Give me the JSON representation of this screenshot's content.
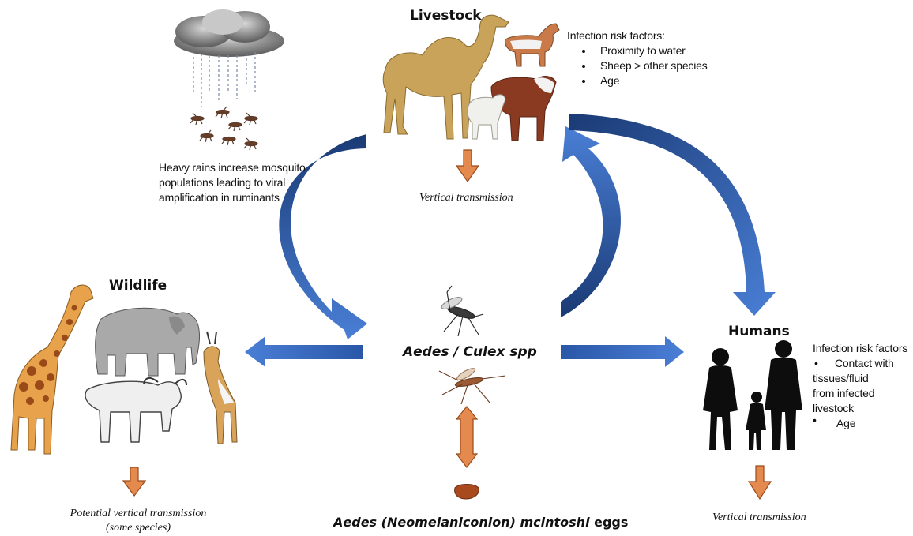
{
  "livestock": {
    "title": "Livestock",
    "risk_heading": "Infection risk factors:",
    "risk_items": [
      "Proximity to water",
      "Sheep > other species",
      "Age"
    ],
    "vertical": "Vertical transmission"
  },
  "rain": {
    "caption": [
      "Heavy rains increase mosquito",
      "populations leading to viral",
      "amplification in ruminants"
    ]
  },
  "wildlife": {
    "title": "Wildlife",
    "vertical": [
      "Potential vertical transmission",
      "(some species)"
    ]
  },
  "vector": {
    "label": "Aedes / Culex spp",
    "eggs_italic": "Aedes (Neomelaniconion) mcintoshi",
    "eggs_plain": "eggs"
  },
  "humans": {
    "title": "Humans",
    "risk_heading": "Infection risk factors",
    "risk_items": [
      [
        "Contact with",
        "tissues/fluid",
        "from infected",
        "livestock"
      ],
      [
        "Age"
      ]
    ],
    "vertical": "Vertical transmission"
  },
  "colors": {
    "arrow_blue": "#3f6fc4",
    "arrow_dark": "#18386f",
    "small_arrow": "#e58a4e",
    "small_arrow_border": "#9a4a1a"
  }
}
